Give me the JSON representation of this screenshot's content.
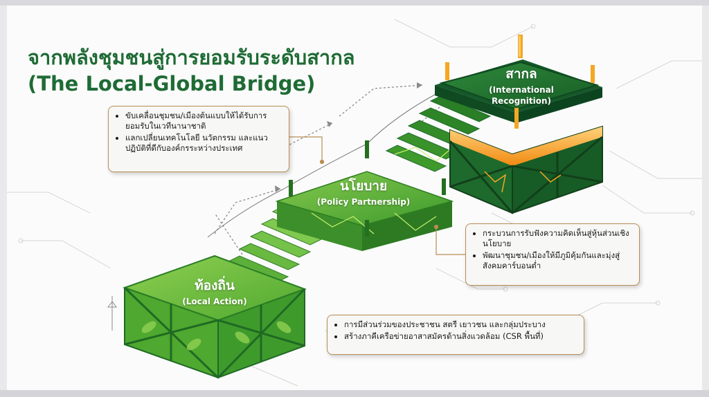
{
  "title": {
    "line1": "จากพลังชุมชนสู่การยอมรับระดับสากล",
    "line2": "(The Local-Global Bridge)"
  },
  "levels": {
    "local": {
      "th": "ท้องถิ่น",
      "en": "(Local Action)"
    },
    "policy": {
      "th": "นโยบาย",
      "en": "(Policy Partnership)"
    },
    "global": {
      "th": "สากล",
      "en_line1": "(International",
      "en_line2": "Recognition)"
    }
  },
  "callouts": {
    "global": [
      "ขับเคลื่อนชุมชน/เมืองต้นแบบให้ได้รับการยอมรับในเวทีนานาชาติ",
      "แลกเปลี่ยนเทคโนโลยี นวัตกรรม และแนวปฏิบัติที่ดีกับองค์กรระหว่างประเทศ"
    ],
    "policy": [
      "กระบวนการรับฟังความคิดเห็นสู่หุ้นส่วนเชิงนโยบาย",
      "พัฒนาชุมชน/เมืองให้มีภูมิคุ้มกันและมุ่งสู่สังคมคาร์บอนต่ำ"
    ],
    "local": [
      "การมีส่วนร่วมของประชาชน สตรี เยาวชน และกลุ่มประบาง",
      "สร้างภาคีเครือข่ายอาสาสมัครด้านสิ่งแวดล้อม (CSR พื้นที่)"
    ]
  },
  "colors": {
    "title": "#1f6b35",
    "dark_green": "#1d6a2c",
    "mid_green": "#3f9a2c",
    "light_green": "#7cc24a",
    "glow": "#f5a623",
    "callout_border": "#b98c54"
  }
}
